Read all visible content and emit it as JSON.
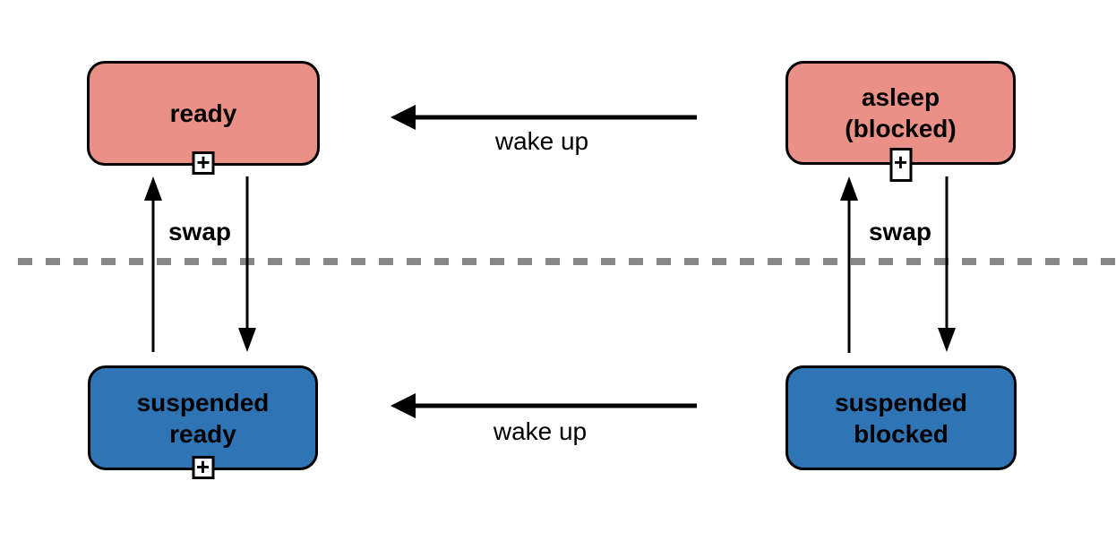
{
  "diagram": {
    "type": "state-transition-diagram",
    "states": [
      {
        "name": "ready",
        "label": "ready",
        "fill": "#EA9086",
        "expand_marker": "+"
      },
      {
        "name": "asleep-blocked",
        "label": "asleep\n(blocked)",
        "fill": "#EA9086",
        "expand_marker": "+"
      },
      {
        "name": "suspended-ready",
        "label": "suspended\nready",
        "fill": "#2F75B5",
        "expand_marker": "+"
      },
      {
        "name": "suspended-blocked",
        "label": "suspended\nblocked",
        "fill": "#2F75B5",
        "expand_marker": null
      }
    ],
    "transitions": [
      {
        "label": "wake up",
        "from": "asleep (blocked)",
        "to": "ready",
        "style": "thick-left-arrow"
      },
      {
        "label": "swap",
        "between": "ready ⇄ suspended ready",
        "style": "vertical-arrow-pair"
      },
      {
        "label": "swap",
        "between": "asleep (blocked) ⇄ suspended blocked",
        "style": "vertical-arrow-pair"
      },
      {
        "label": "wake up",
        "from": "suspended blocked",
        "to": "suspended ready",
        "style": "thick-left-arrow"
      }
    ],
    "separator": {
      "type": "horizontal-dashed-line",
      "color": "#878787"
    },
    "colors": {
      "top_states": "#EA9086",
      "bottom_states": "#2F75B5",
      "stroke": "#000000",
      "background": "#FFFFFF"
    }
  }
}
